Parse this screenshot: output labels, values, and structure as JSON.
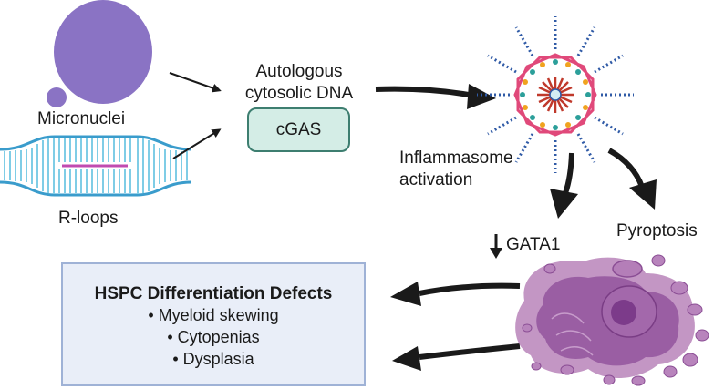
{
  "labels": {
    "micronuclei": "Micronuclei",
    "rloops": "R-loops",
    "autologous_line1": "Autologous",
    "autologous_line2": "cytosolic DNA",
    "cgas": "cGAS",
    "inflammasome_line1": "Inflammasome",
    "inflammasome_line2": "activation",
    "gata1": "GATA1",
    "pyroptosis": "Pyroptosis"
  },
  "hspc": {
    "title": "HSPC Differentiation Defects",
    "items": [
      "Myeloid skewing",
      "Cytopenias",
      "Dysplasia"
    ]
  },
  "colors": {
    "micronuclei": "#8a73c4",
    "cgas_fill": "#d4ede6",
    "cgas_border": "#3d7e70",
    "box_fill": "#e9eef8",
    "box_border": "#9fb2d6",
    "arrow": "#1a1a1a",
    "dna": "#43a7cf",
    "rloop_strand": "#c14bb0",
    "cell": "#a673ad"
  }
}
